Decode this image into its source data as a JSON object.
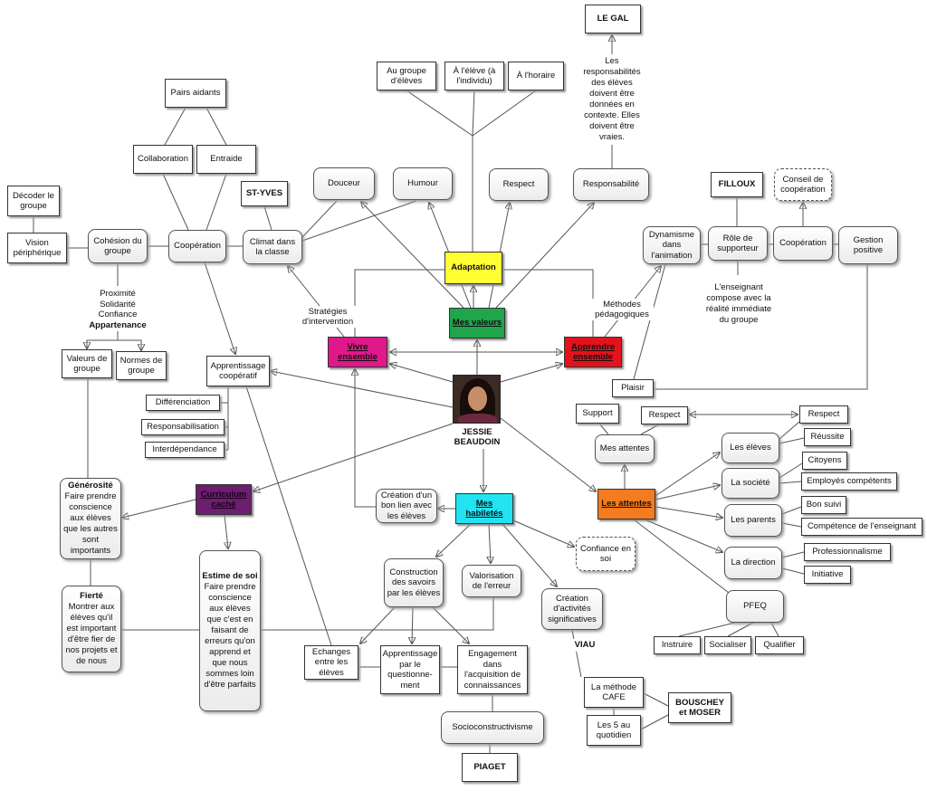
{
  "colors": {
    "adaptation": "#ffff33",
    "mes_valeurs": "#1fa64a",
    "vivre_ensemble": "#e0188a",
    "apprendre_ensemble": "#e5121b",
    "mes_habiletes": "#22e3f2",
    "les_attentes": "#f47b1f",
    "curriculum_cache": "#6b1f6e"
  },
  "top": {
    "le_gal": "LE GAL",
    "le_gal_note": "Les responsabilités des élèves doivent être données en contexte. Elles doivent être vraies.",
    "au_groupe": "Au groupe d'élèves",
    "a_leleve": "À l'élève (à l'individu)",
    "a_lhoraire": "À l'horaire",
    "adaptation": "Adaptation"
  },
  "valeurs": {
    "title": "Mes valeurs",
    "douceur": "Douceur",
    "humour": "Humour",
    "respect": "Respect",
    "responsabilite": "Responsabilité"
  },
  "center": {
    "name": "JESSIE BEAUDOIN",
    "vivre_ensemble": "Vivre ensemble",
    "apprendre_ensemble": "Apprendre ensemble",
    "strategies_label": "Stratégies d'intervention",
    "methodes_label": "Méthodes pédagogiques"
  },
  "left": {
    "pairs_aidants": "Pairs aidants",
    "collaboration": "Collaboration",
    "entraide": "Entraide",
    "st_yves": "ST-YVES",
    "climat": "Climat dans la classe",
    "cooperation": "Coopération",
    "cohesion": "Cohésion du groupe",
    "vision": "Vision périphérique",
    "decoder": "Décoder le groupe",
    "proximite": "Proximité",
    "solidarite": "Solidarité",
    "confiance": "Confiance",
    "appartenance": "Appartenance",
    "valeurs_groupe": "Valeurs de groupe",
    "normes_groupe": "Normes de groupe",
    "apprentissage_coop": "Apprentissage coopératif",
    "differenciation": "Différenciation",
    "responsabilisation": "Responsabilisation",
    "interdependance": "Interdépendance",
    "curriculum": "Curriculum caché",
    "generosite_title": "Générosité",
    "generosite_body": "Faire prendre conscience aux élèves que les autres sont importants",
    "fierte_title": "Fierté",
    "fierte_body": "Montrer aux élèves qu'il est important d'être fier de nos projets et de nous",
    "estime_title": "Estime de soi",
    "estime_body": "Faire prendre conscience aux élèves que c'est en faisant de erreurs qu'on apprend et que nous sommes loin d'être parfaits"
  },
  "habiletes": {
    "title": "Mes habiletés",
    "lien": "Création d'un bon lien avec les élèves",
    "confiance": "Confiance en soi",
    "construction": "Construction des savoirs par les élèves",
    "valorisation": "Valorisation de l'erreur",
    "activites": "Création d'activités significatives",
    "echanges": "Echanges entre les élèves",
    "questionnement": "Apprentissage par le questionne-ment",
    "engagement": "Engagement dans l'acquisition de connaissances",
    "socio": "Socioconstructivisme",
    "piaget": "PIAGET",
    "viau": "VIAU",
    "cafe": "La méthode CAFE",
    "cinq": "Les 5 au quotidien",
    "bouschey": "BOUSCHEY et MOSER"
  },
  "right": {
    "filloux": "FILLOUX",
    "conseil": "Conseil de coopération",
    "dynamisme": "Dynamisme dans l'animation",
    "role": "Rôle de supporteur",
    "cooperation": "Coopération",
    "gestion": "Gestion positive",
    "enseignant_note": "L'enseignant compose avec la réalité immédiate du groupe",
    "plaisir": "Plaisir",
    "support": "Support",
    "respect_mid": "Respect",
    "mes_attentes": "Mes attentes",
    "respect_right": "Respect"
  },
  "attentes": {
    "title": "Les attentes",
    "eleves": "Les élèves",
    "societe": "La société",
    "parents": "Les parents",
    "direction": "La direction",
    "pfeq": "PFEQ",
    "reussite": "Réussite",
    "citoyens": "Citoyens",
    "employes": "Employés compétents",
    "bon_suivi": "Bon suivi",
    "competence": "Compétence de l'enseignant",
    "professionnalisme": "Professionnalisme",
    "initiative": "Initiative",
    "instruire": "Instruire",
    "socialiser": "Socialiser",
    "qualifier": "Qualifier"
  }
}
